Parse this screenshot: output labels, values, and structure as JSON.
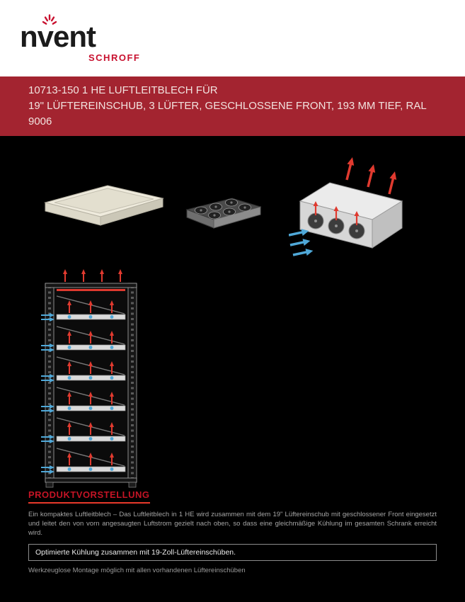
{
  "brand": {
    "wordmark": "nvent",
    "sub_brand": "SCHROFF",
    "brand_red": "#C8102E"
  },
  "banner": {
    "title_lines": [
      "10713-150 1 HE LUFTLEITBLECH FÜR",
      "19\" LÜFTEREINSCHUB, 3 LÜFTER, GESCHLOSSENE FRONT, 193 MM TIEF, RAL",
      "9006"
    ],
    "background": "#A32430",
    "text_color": "#F2E3DF"
  },
  "figures": {
    "baffle_plate": "air-baffle-plate-isometric-drawing",
    "fan_tray": "19in-fan-tray-top-view-drawing",
    "airflow_unit": "fan-unit-with-airflow-arrows-isometric-drawing",
    "rack_diagram": "rack-cross-section-airflow-diagram"
  },
  "product_section": {
    "heading": "PRODUKTVORSTELLUNG",
    "body": "Ein kompaktes Luftleitblech – Das Luftleitblech in 1 HE wird zusammen mit dem 19\" Lüftereinschub mit geschlossener Front eingesetzt und leitet den von vorn angesaugten Luftstrom gezielt nach oben, so dass eine gleichmäßige Kühlung im gesamten Schrank erreicht wird.",
    "highlight_box": "Optimierte Kühlung zusammen mit 19-Zoll-Lüftereinschüben.",
    "footnote": "Werkzeuglose Montage möglich mit allen vorhandenen Lüftereinschüben"
  },
  "airflow_colors": {
    "hot_air": "#E03A2F",
    "cool_air": "#4FA8D8"
  }
}
